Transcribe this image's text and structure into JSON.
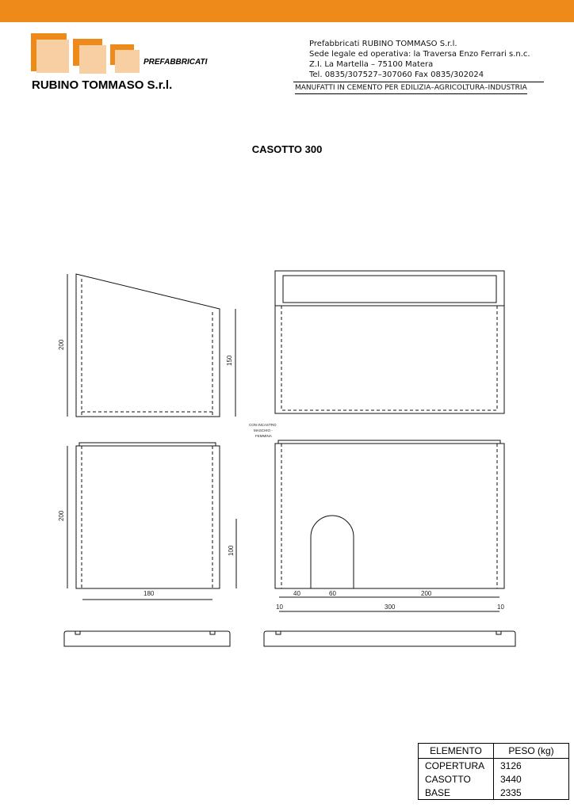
{
  "header": {
    "logo_tagline": "PREFABBRICATI",
    "company": "RUBINO TOMMASO S.r.l.",
    "address_lines": [
      "Prefabbricati RUBINO TOMMASO S.r.l.",
      "Sede legale ed operativa: la Traversa Enzo Ferrari s.n.c.",
      "Z.I. La Martella – 75100 Matera",
      "Tel. 0835/307527–307060  Fax 0835/302024"
    ],
    "slogan": "MANUFATTI IN CEMENTO PER EDILIZIA–AGRICOLTURA–INDUSTRIA",
    "brand_color": "#ee8a1a"
  },
  "title": "CASOTTO 300",
  "drawing": {
    "dim_side_top_h": "200",
    "dim_side_top_right": "150",
    "dim_side_bottom_h": "200",
    "dim_side_bottom_right": "100",
    "dim_side_width": "180",
    "note": [
      "CON INCASTRO",
      "MASCHIO -",
      "FEMMINA"
    ],
    "dim_row1": [
      "40",
      "60",
      "200"
    ],
    "dim_row2": [
      "10",
      "300",
      "10"
    ]
  },
  "table": {
    "headers": [
      "ELEMENTO",
      "PESO (kg)"
    ],
    "rows": [
      [
        "COPERTURA",
        "3126"
      ],
      [
        "CASOTTO",
        "3440"
      ],
      [
        "BASE",
        "2335"
      ]
    ]
  }
}
